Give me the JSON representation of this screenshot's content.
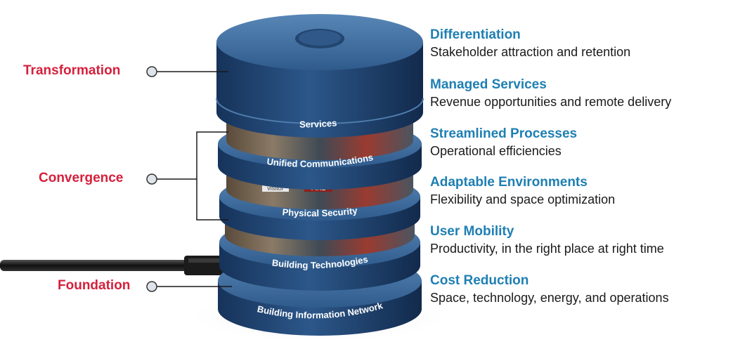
{
  "left_labels": {
    "transformation": "Transformation",
    "convergence": "Convergence",
    "foundation": "Foundation"
  },
  "layers": [
    {
      "label": "Services"
    },
    {
      "label": "Unified Communications"
    },
    {
      "label": "Physical Security"
    },
    {
      "label": "Building Technologies"
    },
    {
      "label": "Building Information Network"
    }
  ],
  "photo_text": {
    "visitor": "visitor",
    "fire": "FIRE"
  },
  "benefits": [
    {
      "title": "Differentiation",
      "description": "Stakeholder attraction and retention"
    },
    {
      "title": "Managed Services",
      "description": "Revenue opportunities and remote delivery"
    },
    {
      "title": "Streamlined Processes",
      "description": "Operational efficiencies"
    },
    {
      "title": "Adaptable Environments",
      "description": "Flexibility and space optimization"
    },
    {
      "title": "User Mobility",
      "description": "Productivity, in the right place at right time"
    },
    {
      "title": "Cost Reduction",
      "description": "Space, technology, energy, and operations"
    }
  ],
  "colors": {
    "label_red": "#d5203c",
    "title_blue": "#1e7fb3",
    "disk_top": "#3f6d9c",
    "disk_side": "#1c3e68",
    "connector": "#1a1a1a"
  },
  "icons": {
    "connector_node": "circle-node-icon",
    "cable": "network-cable-icon"
  }
}
